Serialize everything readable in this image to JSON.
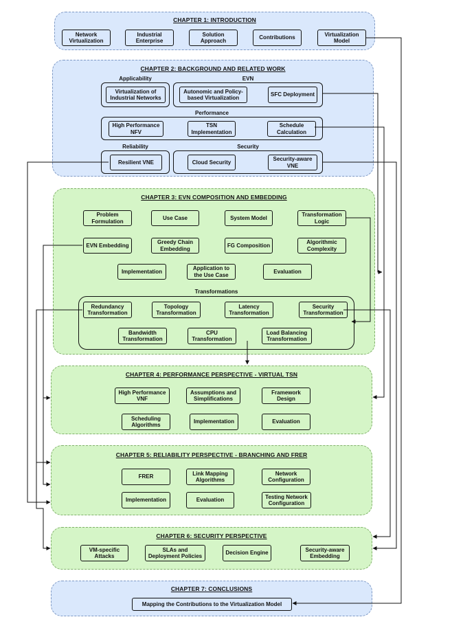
{
  "ch1": {
    "title": "CHAPTER 1: INTRODUCTION",
    "boxes": [
      "Network\nVirtualization",
      "Industrial\nEnterprise",
      "Solution\nApproach",
      "Contributions",
      "Virtualization\nModel"
    ]
  },
  "ch2": {
    "title": "CHAPTER 2: BACKGROUND AND RELATED WORK",
    "applicability": {
      "label": "Applicability",
      "box": "Virtualization of\nIndustrial Networks"
    },
    "evn": {
      "label": "EVN",
      "boxes": [
        "Autonomic and Policy-\nbased Virtualization",
        "SFC Deployment"
      ]
    },
    "performance": {
      "label": "Performance",
      "boxes": [
        "High Performance\nNFV",
        "TSN\nImplementation",
        "Schedule\nCalculation"
      ]
    },
    "reliability": {
      "label": "Reliability",
      "box": "Resilient VNE"
    },
    "security": {
      "label": "Security",
      "boxes": [
        "Cloud Security",
        "Security-aware\nVNE"
      ]
    }
  },
  "ch3": {
    "title": "CHAPTER 3: EVN COMPOSITION AND EMBEDDING",
    "row1": [
      "Problem\nFormulation",
      "Use Case",
      "System Model",
      "Transformation\nLogic"
    ],
    "row2": [
      "EVN Embedding",
      "Greedy Chain\nEmbedding",
      "FG Composition",
      "Algorithmic\nComplexity"
    ],
    "row3": [
      "Implementation",
      "Application to\nthe Use Case",
      "Evaluation"
    ],
    "transformations": {
      "label": "Transformations",
      "row1": [
        "Redundancy\nTransformation",
        "Topology\nTransformation",
        "Latency\nTransformation",
        "Security\nTransformation"
      ],
      "row2": [
        "Bandwidth\nTransformation",
        "CPU\nTransformation",
        "Load Balancing\nTransformation"
      ]
    }
  },
  "ch4": {
    "title": "CHAPTER 4: PERFORMANCE PERSPECTIVE - VIRTUAL TSN",
    "row1": [
      "High Performance\nVNF",
      "Assumptions and\nSimplifications",
      "Framework\nDesign"
    ],
    "row2": [
      "Scheduling\nAlgorithms",
      "Implementation",
      "Evaluation"
    ]
  },
  "ch5": {
    "title": "CHAPTER 5: RELIABILITY PERSPECTIVE - BRANCHING AND FRER",
    "row1": [
      "FRER",
      "Link Mapping\nAlgorithms",
      "Network\nConfiguration"
    ],
    "row2": [
      "Implementation",
      "Evaluation",
      "Testing Network\nConfiguration"
    ]
  },
  "ch6": {
    "title": "CHAPTER 6: SECURITY PERSPECTIVE",
    "boxes": [
      "VM-specific\nAttacks",
      "SLAs and\nDeployment Policies",
      "Decision Engine",
      "Security-aware\nEmbedding"
    ]
  },
  "ch7": {
    "title": "CHAPTER 7: CONCLUSIONS",
    "box": "Mapping the Contributions to the Virtualization Model"
  }
}
